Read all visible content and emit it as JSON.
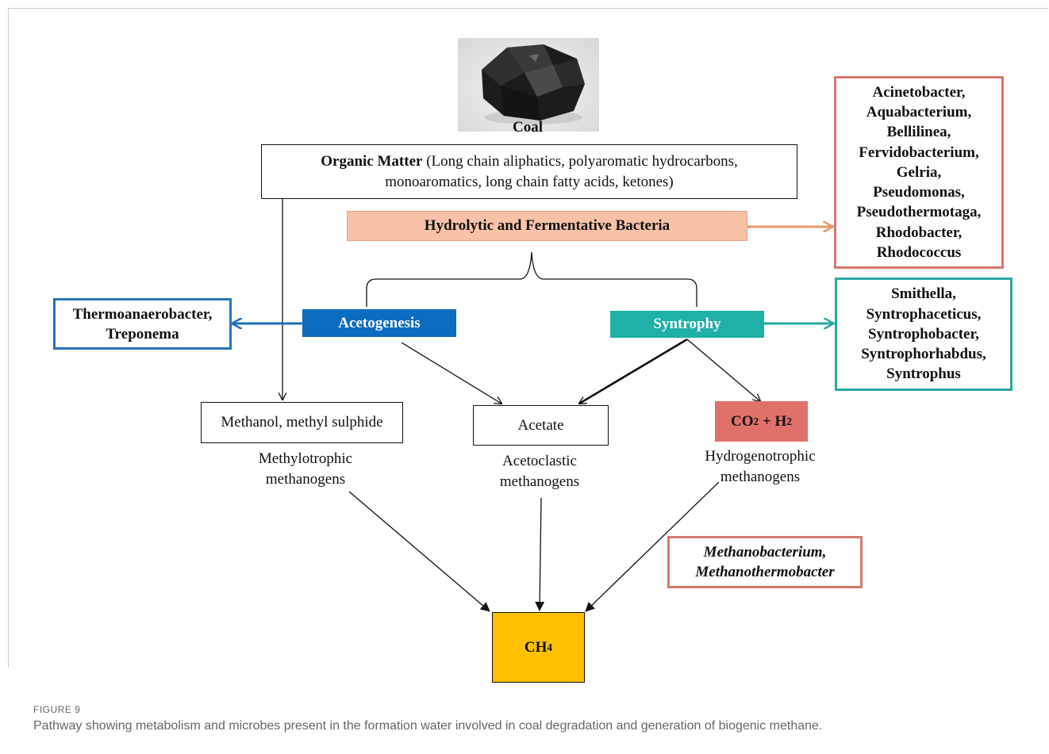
{
  "diagram": {
    "coal_label": "Coal",
    "organic_matter": {
      "bold": "Organic Matter",
      "rest": " (Long chain aliphatics, polyaromatic hydrocarbons,",
      "line2": "monoaromatics, long chain fatty acids, ketones)"
    },
    "hydrolytic": "Hydrolytic and Fermentative Bacteria",
    "hydrolytic_genera": [
      "Acinetobacter,",
      "Aquabacterium,",
      "Bellilinea,",
      "Fervidobacterium,",
      "Gelria,",
      "Pseudomonas,",
      "Pseudothermotaga,",
      "Rhodobacter,",
      "Rhodococcus"
    ],
    "acetogenesis": "Acetogenesis",
    "acetogenesis_genera": [
      "Thermoanaerobacter,",
      "Treponema"
    ],
    "syntrophy": "Syntrophy",
    "syntrophy_genera": [
      "Smithella,",
      "Syntrophaceticus,",
      "Syntrophobacter,",
      "Syntrophorhabdus,",
      "Syntrophus"
    ],
    "methanol": "Methanol, methyl sulphide",
    "acetate": "Acetate",
    "co2_h2": {
      "a": "CO",
      "a_sub": "2",
      "b": " + H",
      "b_sub": "2"
    },
    "methylotrophic": [
      "Methylotrophic",
      "methanogens"
    ],
    "acetoclastic": [
      "Acetoclastic",
      "methanogens"
    ],
    "hydrogenotrophic": [
      "Hydrogenotrophic",
      "methanogens"
    ],
    "methanogen_genera": [
      "Methanobacterium,",
      "Methanothermobacter"
    ],
    "ch4": {
      "a": "CH",
      "sub": "4"
    }
  },
  "caption": {
    "label": "FIGURE 9",
    "text": "Pathway showing metabolism and microbes present in the formation water involved in coal degradation and generation of biogenic methane."
  },
  "colors": {
    "hydrolytic_fill": "#F8C2A9",
    "hydrolytic_arrow": "#E59A6C",
    "red_border": "#D4796F",
    "acetogenesis_fill": "#0B6CC0",
    "acetogenesis_border": "#2A73B8",
    "syntrophy_fill": "#1FB0A8",
    "syntrophy_border": "#2AA8A3",
    "co2_fill": "#E0716A",
    "ch4_fill": "#FFC000"
  }
}
